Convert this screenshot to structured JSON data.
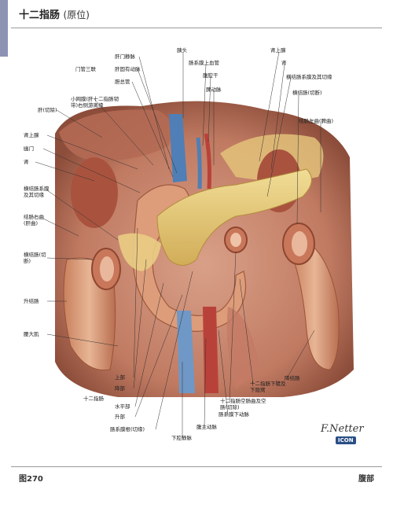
{
  "header": {
    "title": "十二指肠",
    "subtitle": "(原位)"
  },
  "footer": {
    "figure_number": "图270",
    "section": "腹部"
  },
  "labels": {
    "top": {
      "portal_vein": "肝门静脉",
      "portal_triad": "门管三联",
      "proper_hepatic_artery": "肝固有动脉",
      "common_bile_duct": "胆总管",
      "caudate": "肝(切除)",
      "lesser_omentum": "小网膜(肝十二指肠韧带)右侧游离缘",
      "pancreas_head": "胰头",
      "sma_vein": "肠系膜上血管",
      "celiac": "腹腔干",
      "splenic_artery": "脾动脉",
      "adrenal": "肾上腺",
      "kidney": "肾",
      "transverse_mesocolon_root": "横结肠系膜及其切缘",
      "transverse_colon_cut": "横结肠(切断)",
      "left_colic_flexure": "结肠左曲(脾曲)"
    },
    "left": {
      "right_adrenal": "肾上腺",
      "pylorus": "幽门",
      "right_kidney": "肾",
      "transverse_mesocolon_cut": "横结肠系膜及其切缘",
      "right_colic_flexure": "结肠右曲(肝曲)",
      "transverse_colon_cut_left": "横结肠(切断)",
      "ascending_colon": "升结肠",
      "psoas": "腰大肌"
    },
    "bottom": {
      "superior_part": "上部",
      "descending_part": "降部",
      "duodenum": "十二指肠",
      "horizontal_part": "水平部",
      "ascending_part": "升部",
      "mesentery_root": "肠系膜根(切缘)",
      "ivc": "下腔静脉",
      "aorta": "腹主动脉",
      "ima": "肠系膜下动脉",
      "duodenojejunal": "十二指肠空肠曲及空肠(切除)",
      "duodenal_fossa": "十二指肠下襞及下隐窝",
      "descending_colon": "降结肠"
    }
  },
  "artist": {
    "signature": "F.Netter",
    "logo": "ICON"
  },
  "colors": {
    "side_tab": "#8d93b3",
    "bowel": "#d79b78",
    "bowel_dark": "#b0654a",
    "pancreas": "#e8c974",
    "retroperitoneum": "#c5896e",
    "vessel_blue": "#4f7fb6",
    "vessel_red": "#b8423a"
  }
}
